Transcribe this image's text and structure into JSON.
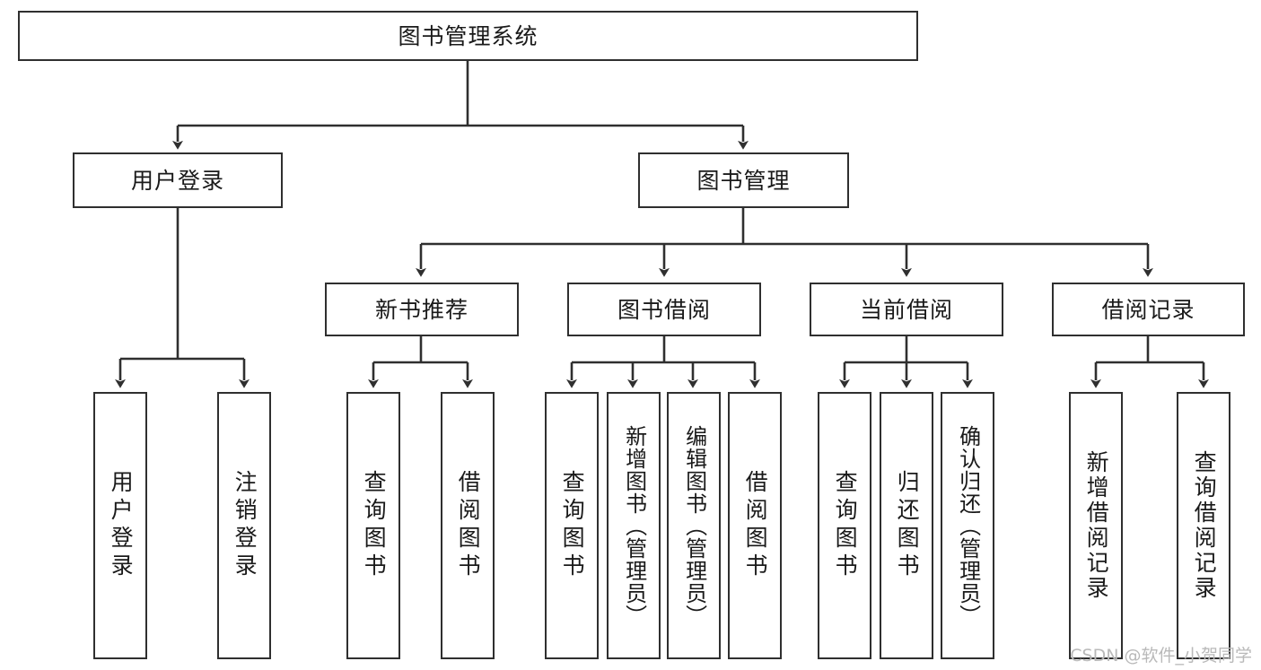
{
  "diagram": {
    "type": "tree-hierarchy",
    "title": "图书管理系统",
    "watermark": "CSDN @软件_小贺同学",
    "colors": {
      "stroke": "#2f2f2f",
      "fill": "#ffffff",
      "text": "#1a1a1a",
      "watermark": "#b9b9b9"
    },
    "nodes": [
      {
        "id": "root",
        "label": "图书管理系统",
        "level": 0,
        "orientation": "horizontal"
      },
      {
        "id": "user-login",
        "label": "用户登录",
        "level": 1,
        "orientation": "horizontal"
      },
      {
        "id": "book-manage",
        "label": "图书管理",
        "level": 1,
        "orientation": "horizontal"
      },
      {
        "id": "new-book-rec",
        "label": "新书推荐",
        "level": 2,
        "orientation": "horizontal"
      },
      {
        "id": "book-borrow",
        "label": "图书借阅",
        "level": 2,
        "orientation": "horizontal"
      },
      {
        "id": "current-borrow",
        "label": "当前借阅",
        "level": 2,
        "orientation": "horizontal"
      },
      {
        "id": "borrow-record",
        "label": "借阅记录",
        "level": 2,
        "orientation": "horizontal"
      },
      {
        "id": "leaf-1",
        "label": "用户登录",
        "level": 3,
        "orientation": "vertical",
        "parent": "user-login"
      },
      {
        "id": "leaf-2",
        "label": "注销登录",
        "level": 3,
        "orientation": "vertical",
        "parent": "user-login"
      },
      {
        "id": "leaf-3",
        "label": "查询图书",
        "level": 3,
        "orientation": "vertical",
        "parent": "new-book-rec"
      },
      {
        "id": "leaf-4",
        "label": "借阅图书",
        "level": 3,
        "orientation": "vertical",
        "parent": "new-book-rec"
      },
      {
        "id": "leaf-5",
        "label": "查询图书",
        "level": 3,
        "orientation": "vertical",
        "parent": "book-borrow"
      },
      {
        "id": "leaf-6",
        "label": "新增图书（管理员）",
        "level": 3,
        "orientation": "vertical",
        "parent": "book-borrow"
      },
      {
        "id": "leaf-7",
        "label": "编辑图书（管理员）",
        "level": 3,
        "orientation": "vertical",
        "parent": "book-borrow"
      },
      {
        "id": "leaf-8",
        "label": "借阅图书",
        "level": 3,
        "orientation": "vertical",
        "parent": "book-borrow"
      },
      {
        "id": "leaf-9",
        "label": "查询图书",
        "level": 3,
        "orientation": "vertical",
        "parent": "current-borrow"
      },
      {
        "id": "leaf-10",
        "label": "归还图书",
        "level": 3,
        "orientation": "vertical",
        "parent": "current-borrow"
      },
      {
        "id": "leaf-11",
        "label": "确认归还（管理员）",
        "level": 3,
        "orientation": "vertical",
        "parent": "current-borrow"
      },
      {
        "id": "leaf-12",
        "label": "新增借阅记录",
        "level": 3,
        "orientation": "vertical",
        "parent": "borrow-record"
      },
      {
        "id": "leaf-13",
        "label": "查询借阅记录",
        "level": 3,
        "orientation": "vertical",
        "parent": "borrow-record"
      }
    ],
    "edges": [
      {
        "from": "root",
        "to": "user-login"
      },
      {
        "from": "root",
        "to": "book-manage"
      },
      {
        "from": "book-manage",
        "to": "new-book-rec"
      },
      {
        "from": "book-manage",
        "to": "book-borrow"
      },
      {
        "from": "book-manage",
        "to": "current-borrow"
      },
      {
        "from": "book-manage",
        "to": "borrow-record"
      },
      {
        "from": "user-login",
        "to": "leaf-1"
      },
      {
        "from": "user-login",
        "to": "leaf-2"
      },
      {
        "from": "new-book-rec",
        "to": "leaf-3"
      },
      {
        "from": "new-book-rec",
        "to": "leaf-4"
      },
      {
        "from": "book-borrow",
        "to": "leaf-5"
      },
      {
        "from": "book-borrow",
        "to": "leaf-6"
      },
      {
        "from": "book-borrow",
        "to": "leaf-7"
      },
      {
        "from": "book-borrow",
        "to": "leaf-8"
      },
      {
        "from": "current-borrow",
        "to": "leaf-9"
      },
      {
        "from": "current-borrow",
        "to": "leaf-10"
      },
      {
        "from": "current-borrow",
        "to": "leaf-11"
      },
      {
        "from": "borrow-record",
        "to": "leaf-12"
      },
      {
        "from": "borrow-record",
        "to": "leaf-13"
      }
    ]
  }
}
